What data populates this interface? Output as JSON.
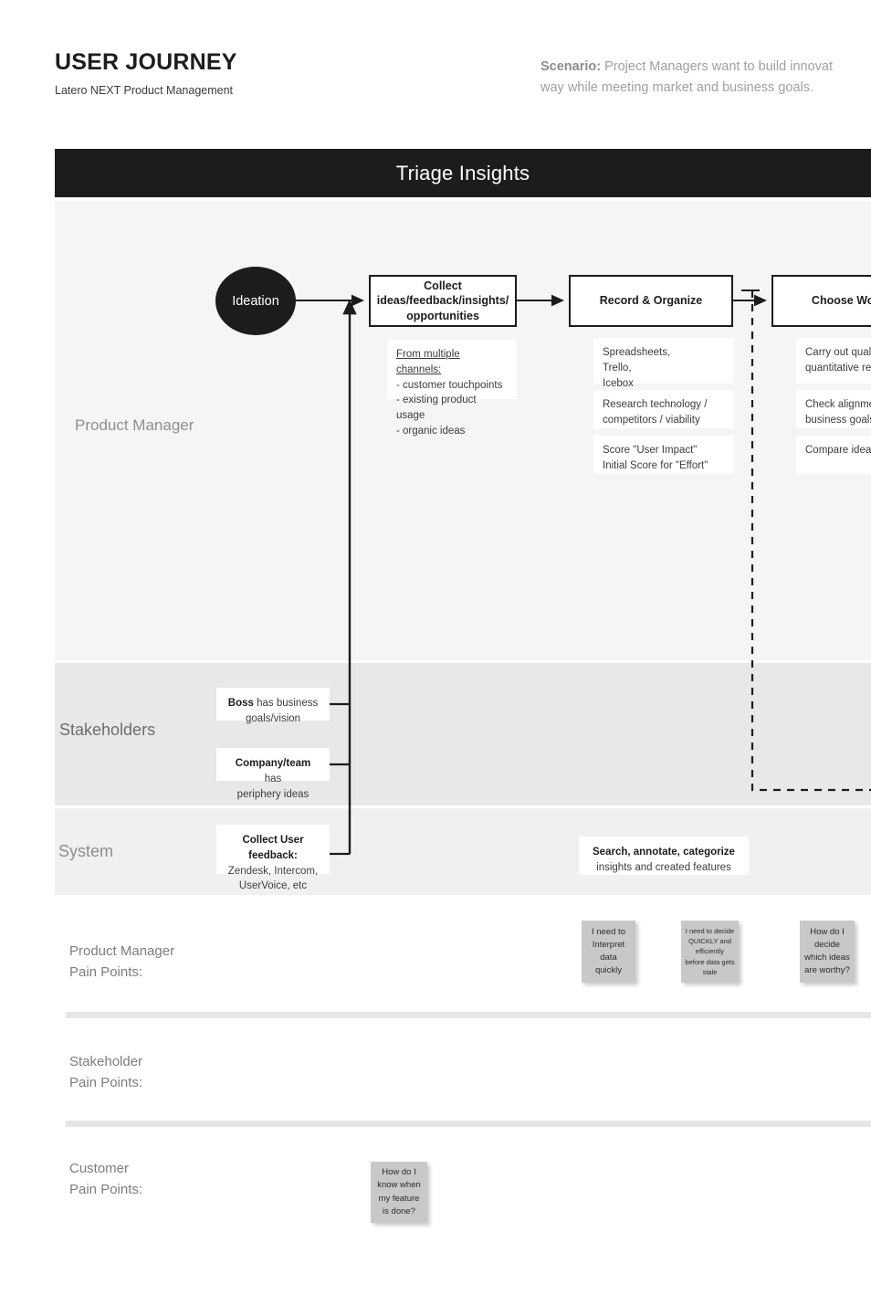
{
  "header": {
    "title": "USER JOURNEY",
    "subtitle": "Latero NEXT Product Management",
    "scenario_label": "Scenario:",
    "scenario_line1": " Project Managers want to build innovat",
    "scenario_line2": "way while meeting market and business goals."
  },
  "phase": {
    "title": "Triage Insights",
    "bar_color": "#1c1c1c"
  },
  "lanes": [
    {
      "id": "product-manager",
      "label": "Product Manager",
      "background": "#f5f5f5"
    },
    {
      "id": "stakeholders",
      "label": "Stakeholders",
      "background": "#e8e8e8"
    },
    {
      "id": "system",
      "label": "System",
      "background": "#f0f0f0"
    }
  ],
  "start_node": {
    "label": "Ideation",
    "fill": "#1c1c1c",
    "text_color": "#ffffff"
  },
  "process_steps": [
    {
      "id": "collect",
      "title": "Collect ideas/feedback/insights/ opportunities",
      "details": [
        "From multiple channels:\n- customer touchpoints\n- existing product usage\n- organic ideas"
      ]
    },
    {
      "id": "record-organize",
      "title": "Record & Organize",
      "details": [
        "Spreadsheets,\nTrello,\nIcebox",
        "Research technology /\ncompetitors / viability",
        "Score \"User Impact\"\nInitial Score for \"Effort\""
      ]
    },
    {
      "id": "choose-worthy",
      "title": "Choose Worthy",
      "details": [
        "Carry out qualitat\nquantitative rese",
        "Check alignmen\nbusiness goals",
        "Compare ideas"
      ]
    }
  ],
  "collect_details": {
    "heading": "From multiple channels:",
    "item1": "- customer touchpoints",
    "item2": "- existing product usage",
    "item3": "- organic ideas"
  },
  "record_details": {
    "card1_line1": "Spreadsheets,",
    "card1_line2": "Trello,",
    "card1_line3": "Icebox",
    "card2_line1": "Research technology /",
    "card2_line2": "competitors / viability",
    "card3_line1": "Score \"User Impact\"",
    "card3_line2": "Initial Score for \"Effort\""
  },
  "choose_details": {
    "card1_line1": "Carry out qualitat",
    "card1_line2": "quantitative rese",
    "card2_line1": "Check alignmen",
    "card2_line2": "business goals",
    "card3_line1": "Compare ideas"
  },
  "stakeholder_cards": [
    {
      "id": "boss",
      "strong": "Boss",
      "rest": " has business goals/vision"
    },
    {
      "id": "company-team",
      "strong": "Company/team",
      "rest": " has periphery ideas"
    }
  ],
  "stakeholder_card_boss": {
    "strong": "Boss",
    "rest": " has business",
    "line2": "goals/vision"
  },
  "stakeholder_card_company": {
    "strong": "Company/team",
    "rest": " has",
    "line2": "periphery ideas"
  },
  "system_cards": {
    "collect_feedback": {
      "strong": "Collect User feedback:",
      "line2": "Zendesk, Intercom,",
      "line3": "UserVoice, etc"
    },
    "search_annotate": {
      "strong": "Search, annotate, categorize",
      "line2": "insights and created features"
    }
  },
  "pain_points": {
    "sections": [
      {
        "id": "product-manager",
        "label_line1": "Product Manager",
        "label_line2": "Pain Points:"
      },
      {
        "id": "stakeholder",
        "label_line1": "Stakeholder",
        "label_line2": "Pain Points:"
      },
      {
        "id": "customer",
        "label_line1": "Customer",
        "label_line2": "Pain Points:"
      }
    ],
    "pm_notes": [
      "I need to Interpret data quickly",
      "I need to decide QUICKLY and efficiently before data gets stale",
      "How do I decide which ideas are worthy?"
    ],
    "stakeholder_notes": [],
    "customer_notes": [
      "How do I know when my feature is done?"
    ],
    "note_color": "#c8c8c8",
    "divider_color": "#e6e6e6"
  },
  "pm_note_1": {
    "l1": "I need to",
    "l2": "Interpret",
    "l3": "data",
    "l4": "quickly"
  },
  "pm_note_2": {
    "l1": "I need to decide",
    "l2": "QUICKLY and",
    "l3": "efficiently",
    "l4": "before data gets",
    "l5": "stale"
  },
  "pm_note_3": {
    "l1": "How do I",
    "l2": "decide",
    "l3": "which ideas",
    "l4": "are worthy?"
  },
  "cust_note_1": {
    "l1": "How do I",
    "l2": "know when",
    "l3": "my feature",
    "l4": "is done?"
  },
  "labels": {
    "pp_pm_1": "Product Manager",
    "pp_pm_2": "Pain Points:",
    "pp_stake_1": "Stakeholder",
    "pp_stake_2": "Pain Points:",
    "pp_cust_1": "Customer",
    "pp_cust_2": "Pain Points:"
  },
  "process_titles": {
    "collect_l1": "Collect",
    "collect_l2": "ideas/feedback/insights/",
    "collect_l3": "opportunities",
    "record": "Record & Organize",
    "choose": "Choose Worthy"
  }
}
